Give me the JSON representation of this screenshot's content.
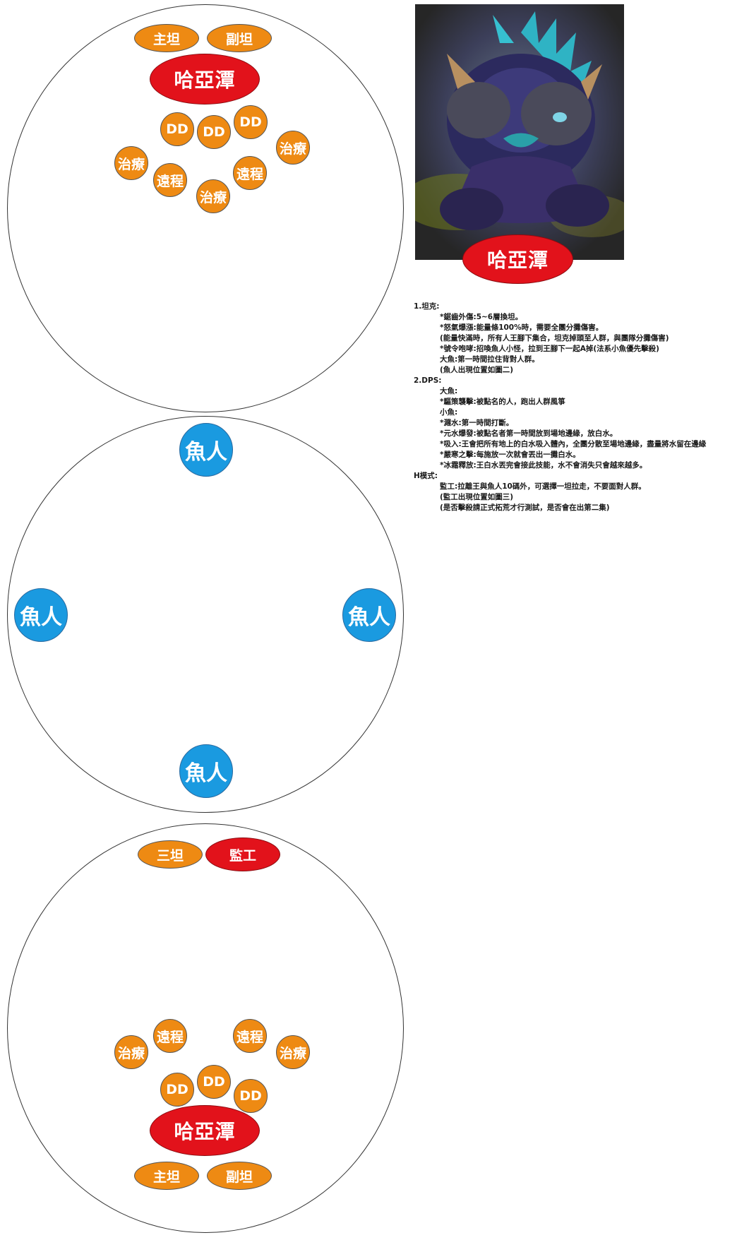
{
  "colors": {
    "tank_healer_dps": "#ee8a13",
    "boss": "#e2121b",
    "murloc": "#1a9ae0"
  },
  "diagram1": {
    "main_tank": "主坦",
    "off_tank": "副坦",
    "boss": "哈亞潭",
    "dd_left": "DD",
    "dd_mid": "DD",
    "dd_right": "DD",
    "healer_left": "治療",
    "healer_right": "治療",
    "healer_bottom": "治療",
    "ranged_left": "遠程",
    "ranged_right": "遠程"
  },
  "diagram2": {
    "murloc_top": "魚人",
    "murloc_left": "魚人",
    "murloc_right": "魚人",
    "murloc_bottom": "魚人"
  },
  "diagram3": {
    "third_tank": "三坦",
    "overseer": "監工",
    "ranged_left": "遠程",
    "ranged_right": "遠程",
    "healer_left": "治療",
    "healer_right": "治療",
    "dd_left": "DD",
    "dd_mid": "DD",
    "dd_right": "DD",
    "boss": "哈亞潭",
    "main_tank": "主坦",
    "off_tank": "副坦"
  },
  "portrait": {
    "name_label": "哈亞潭",
    "icon": "boss-portrait-image"
  },
  "notes": [
    {
      "indent": 0,
      "text": "1.坦克:"
    },
    {
      "indent": 1,
      "text": "*鋸齒外傷:5~6層換坦。"
    },
    {
      "indent": 1,
      "text": "*怒氣爆漲:能量條100%時，需要全團分攤傷害。"
    },
    {
      "indent": 1,
      "text": "(能量快滿時，所有人王腳下集合，坦克掉頭至人群，與團隊分攤傷害)"
    },
    {
      "indent": 1,
      "text": "*號令咆哮:招喚魚人小怪，拉到王腳下一起A掉(法系小魚優先擊殺)"
    },
    {
      "indent": 1,
      "text": "大魚:第一時間拉住背對人群。"
    },
    {
      "indent": 1,
      "text": "(魚人出現位置如圖二)"
    },
    {
      "indent": 0,
      "text": "2.DPS:"
    },
    {
      "indent": 1,
      "text": "大魚:"
    },
    {
      "indent": 1,
      "text": "*驅策襲擊:被點名的人，跑出人群風箏"
    },
    {
      "indent": 1,
      "text": "小魚:"
    },
    {
      "indent": 1,
      "text": "*濺水:第一時間打斷。"
    },
    {
      "indent": 1,
      "text": "*元水爆發:被點名者第一時間放到場地邊緣，放白水。"
    },
    {
      "indent": 1,
      "text": "*吸入:王會把所有地上的白水吸入體內，全團分散至場地邊緣，盡量將水留在邊緣"
    },
    {
      "indent": 1,
      "text": "*嚴寒之擊:每施放一次就會丟出一攤白水。"
    },
    {
      "indent": 1,
      "text": "*冰霜釋放:王白水丟完會接此技能，水不會消失只會越來越多。"
    },
    {
      "indent": 0,
      "text": "H模式:"
    },
    {
      "indent": 1,
      "text": "監工:拉離王與魚人10碼外，可選擇一坦拉走，不要面對人群。"
    },
    {
      "indent": 1,
      "text": "(監工出現位置如圖三)"
    },
    {
      "indent": 1,
      "text": "(是否擊殺請正式拓荒才行測試，是否會在出第二集)"
    }
  ]
}
